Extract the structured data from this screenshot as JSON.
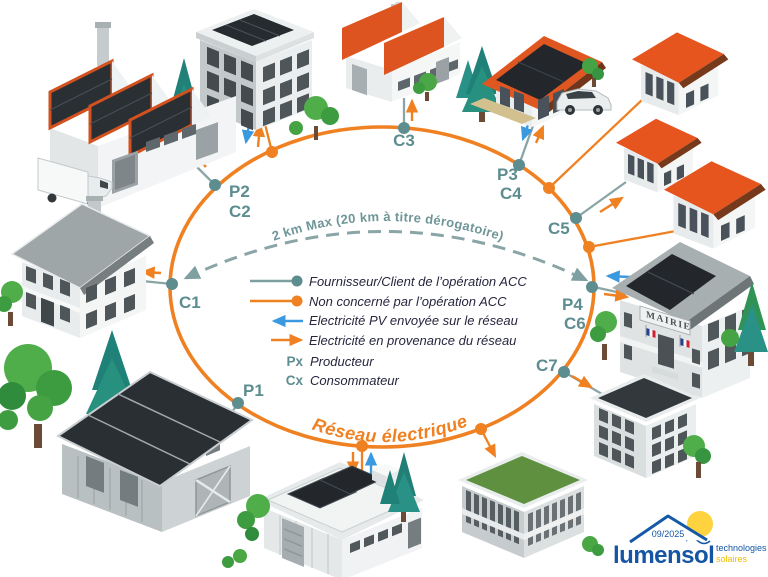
{
  "colors": {
    "network_orange": "#F08122",
    "acc_teal": "#5E8D90",
    "pv_blue": "#3B99E0",
    "legend_text": "#26263E",
    "roof_red": "#E6551E",
    "solar_dark": "#23272C"
  },
  "arc": {
    "distance_label": "2 km Max (20 km à titre dérogatoire)"
  },
  "network": {
    "label": "Réseau électrique"
  },
  "legend": {
    "items": [
      {
        "icon": "teal-line-dot-icon",
        "label": "Fournisseur/Client de l’opération ACC"
      },
      {
        "icon": "orange-line-dot-icon",
        "label": "Non concerné par l’opération ACC"
      },
      {
        "icon": "blue-arrow-left-icon",
        "label": "Electricité PV envoyée sur le réseau"
      },
      {
        "icon": "orange-arrow-right-icon",
        "label": "Electricité en provenance du réseau"
      },
      {
        "symbol": "Px",
        "label": "Producteur"
      },
      {
        "symbol": "Cx",
        "label": "Consommateur"
      }
    ]
  },
  "nodes": {
    "p1": "P1",
    "p2": "P2",
    "c2": "C2",
    "c1": "C1",
    "c3": "C3",
    "p3": "P3",
    "c4": "C4",
    "c5": "C5",
    "p4": "P4",
    "c6": "C6",
    "c7": "C7"
  },
  "mairie_sign": "MAIRIE",
  "logo": {
    "date": "09/2025",
    "brand": "lumensol",
    "tagline1": "technologies",
    "tagline2": "solaires"
  }
}
